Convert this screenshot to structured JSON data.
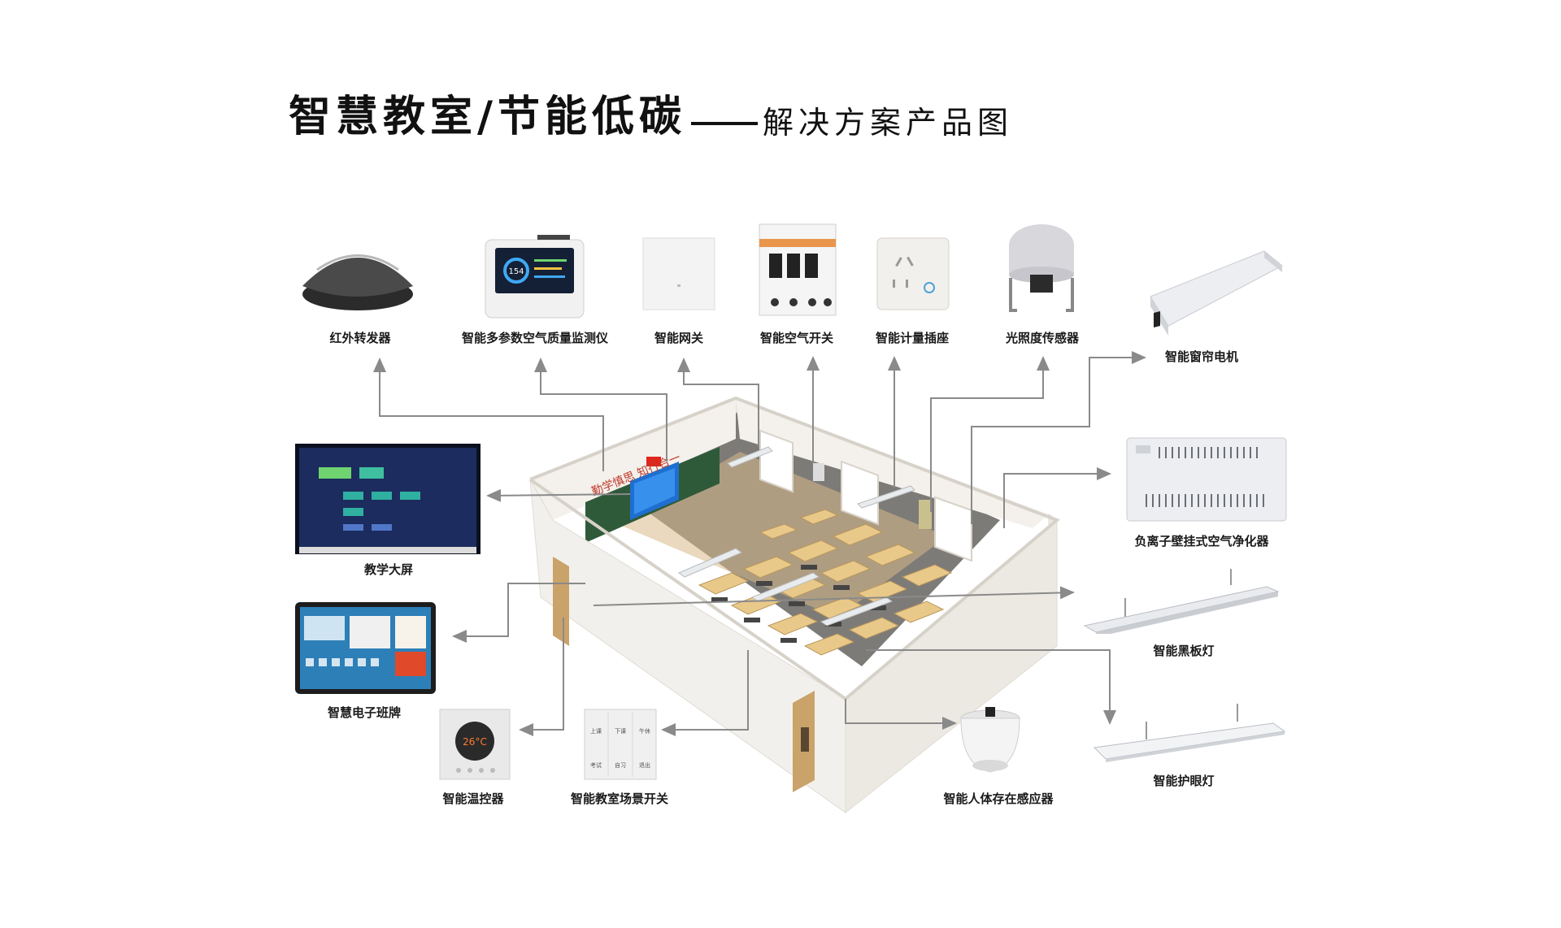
{
  "title": {
    "main": "智慧教室/节能低碳",
    "sub": "解决方案产品图"
  },
  "products": {
    "ir_transmitter": "红外转发器",
    "air_monitor": "智能多参数空气质量监测仪",
    "gateway": "智能网关",
    "air_switch": "智能空气开关",
    "metering_socket": "智能计量插座",
    "light_sensor": "光照度传感器",
    "curtain_motor": "智能窗帘电机",
    "teaching_screen": "教学大屏",
    "air_purifier": "负离子壁挂式空气净化器",
    "class_board": "智慧电子班牌",
    "blackboard_light": "智能黑板灯",
    "eye_light": "智能护眼灯",
    "thermostat": "智能温控器",
    "scene_switch": "智能教室场景开关",
    "presence_sensor": "智能人体存在感应器"
  },
  "devices": {
    "air_monitor_value": "154",
    "thermostat_value": "26°C",
    "scene_buttons": [
      "上课",
      "下课",
      "午休",
      "考试",
      "自习",
      "退出"
    ]
  },
  "classroom": {
    "slogan": "勤学慎思 知行合一"
  },
  "colors": {
    "line": "#8a8a8a",
    "screen_blue": "#1c2c5e",
    "desk_wood": "#e9c98a",
    "floor": "#7d7b78",
    "wall": "#f4f1ec",
    "chalkboard": "#2f5a3a"
  }
}
